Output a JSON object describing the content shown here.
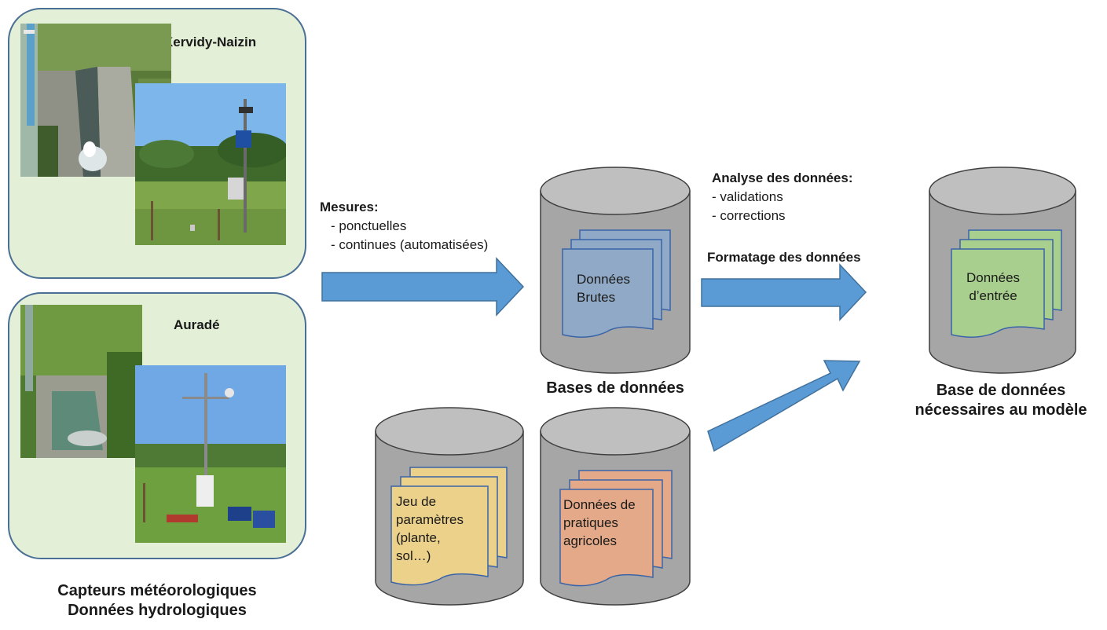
{
  "sites": [
    {
      "name": "Kervidy-Naizin"
    },
    {
      "name": "Auradé"
    }
  ],
  "sensors_caption": {
    "line1": "Capteurs météorologiques",
    "line2": "Données hydrologiques"
  },
  "measures": {
    "heading": "Mesures:",
    "items": [
      "- ponctuelles",
      "- continues (automatisées)"
    ]
  },
  "raw_database": {
    "doc_lines": [
      "Données",
      "Brutes"
    ],
    "caption": "Bases de données"
  },
  "analysis": {
    "heading": "Analyse des données:",
    "items": [
      "- validations",
      "- corrections"
    ],
    "formatting": "Formatage des données"
  },
  "model_database": {
    "doc_lines": [
      "Données",
      "d’entrée"
    ],
    "caption_lines": [
      "Base de données",
      "nécessaires au modèle"
    ]
  },
  "parameters_database": {
    "doc_lines": [
      "Jeu de",
      "paramètres",
      "(plante,",
      "sol…)"
    ]
  },
  "practices_database": {
    "doc_lines": [
      "Données de",
      "pratiques",
      "agricoles"
    ]
  },
  "colors": {
    "panel_fill": "#e3efd6",
    "panel_border": "#4a6f95",
    "cylinder_fill": "#a6a6a6",
    "cylinder_stroke": "#3f3f3f",
    "arrow_fill": "#5b9bd5",
    "doc_raw": "#8fa9c6",
    "doc_model": "#a9cf8e",
    "doc_params": "#ecd18a",
    "doc_practices": "#e3a988"
  }
}
